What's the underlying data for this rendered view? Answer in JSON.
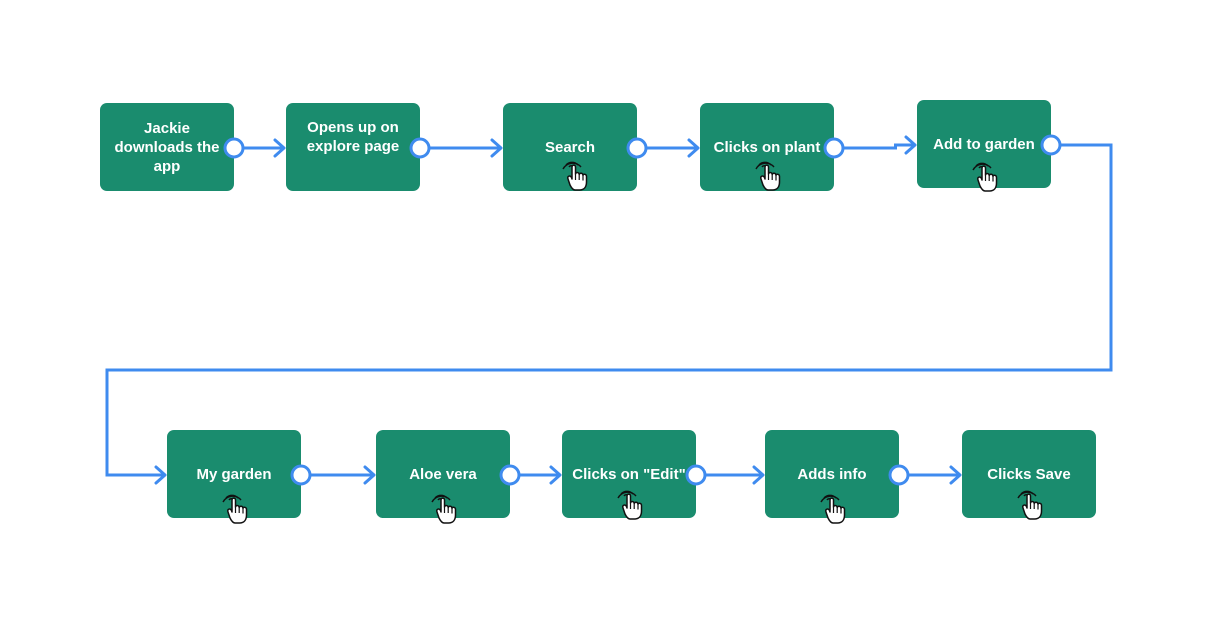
{
  "diagram": {
    "type": "user-flow",
    "colors": {
      "node_fill": "#1a8c6e",
      "node_text": "#ffffff",
      "connector": "#3f8bef",
      "port_fill": "#ffffff"
    },
    "nodes": [
      {
        "id": "jackie-downloads",
        "label": "Jackie\ndownloads the\napp",
        "icon": null
      },
      {
        "id": "opens-explore",
        "label": "Opens up on\nexplore page",
        "icon": null
      },
      {
        "id": "search",
        "label": "Search",
        "icon": "tap-hand-icon"
      },
      {
        "id": "clicks-plant",
        "label": "Clicks on plant",
        "icon": "tap-hand-icon"
      },
      {
        "id": "add-to-garden",
        "label": "Add to garden",
        "icon": "tap-hand-icon"
      },
      {
        "id": "my-garden",
        "label": "My garden",
        "icon": "tap-hand-icon"
      },
      {
        "id": "aloe-vera",
        "label": "Aloe vera",
        "icon": "tap-hand-icon"
      },
      {
        "id": "clicks-edit",
        "label": "Clicks on \"Edit\"",
        "icon": "tap-hand-icon"
      },
      {
        "id": "adds-info",
        "label": "Adds info",
        "icon": "tap-hand-icon"
      },
      {
        "id": "clicks-save",
        "label": "Clicks Save",
        "icon": "tap-hand-icon"
      }
    ],
    "edges": [
      {
        "from": "jackie-downloads",
        "to": "opens-explore"
      },
      {
        "from": "opens-explore",
        "to": "search"
      },
      {
        "from": "search",
        "to": "clicks-plant"
      },
      {
        "from": "clicks-plant",
        "to": "add-to-garden"
      },
      {
        "from": "add-to-garden",
        "to": "my-garden"
      },
      {
        "from": "my-garden",
        "to": "aloe-vera"
      },
      {
        "from": "aloe-vera",
        "to": "clicks-edit"
      },
      {
        "from": "clicks-edit",
        "to": "adds-info"
      },
      {
        "from": "adds-info",
        "to": "clicks-save"
      }
    ]
  }
}
